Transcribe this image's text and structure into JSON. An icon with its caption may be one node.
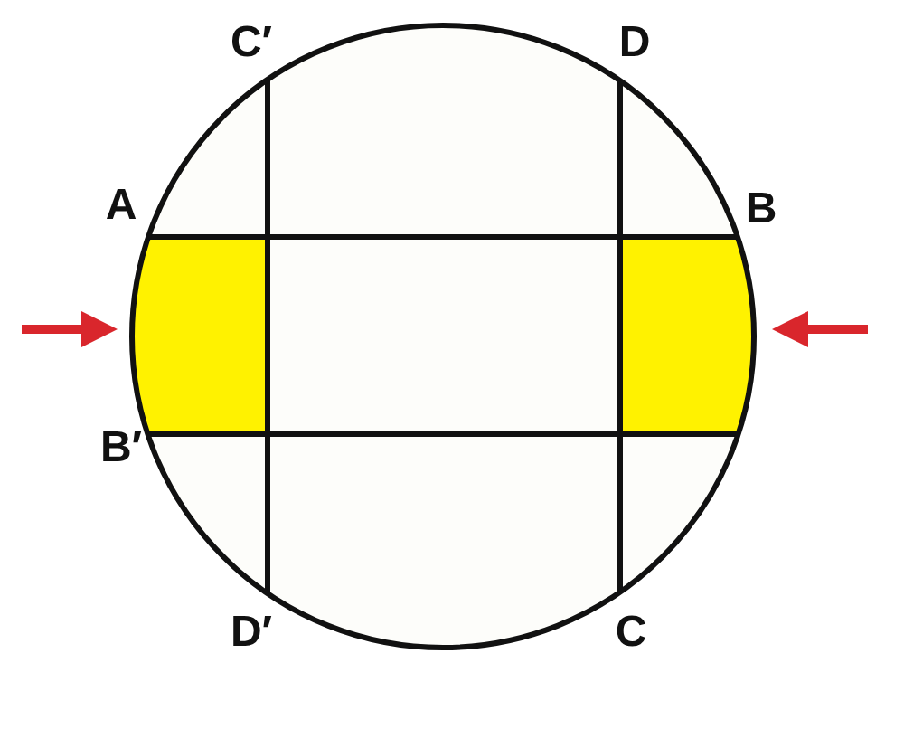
{
  "diagram": {
    "labels": [
      "C′",
      "D",
      "A",
      "B",
      "B′",
      "D′",
      "C"
    ]
  }
}
